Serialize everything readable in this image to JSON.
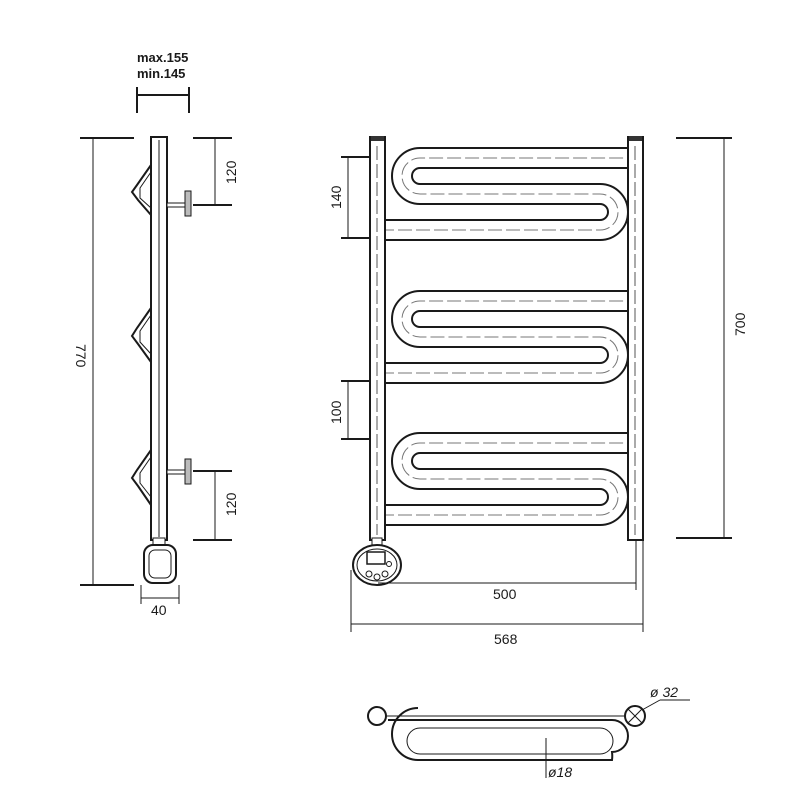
{
  "side_view": {
    "depth_max": "max.155",
    "depth_min": "min.145",
    "total_height": "770",
    "top_mount_offset": "120",
    "bottom_mount_offset": "120",
    "heater_width": "40"
  },
  "front_view": {
    "height_upper_section": "140",
    "height_section_gap": "100",
    "center_distance_vertical": "700",
    "center_distance_horizontal": "500",
    "total_width": "568"
  },
  "top_view": {
    "riser_diameter": "ø 32",
    "tube_diameter": "ø18"
  }
}
